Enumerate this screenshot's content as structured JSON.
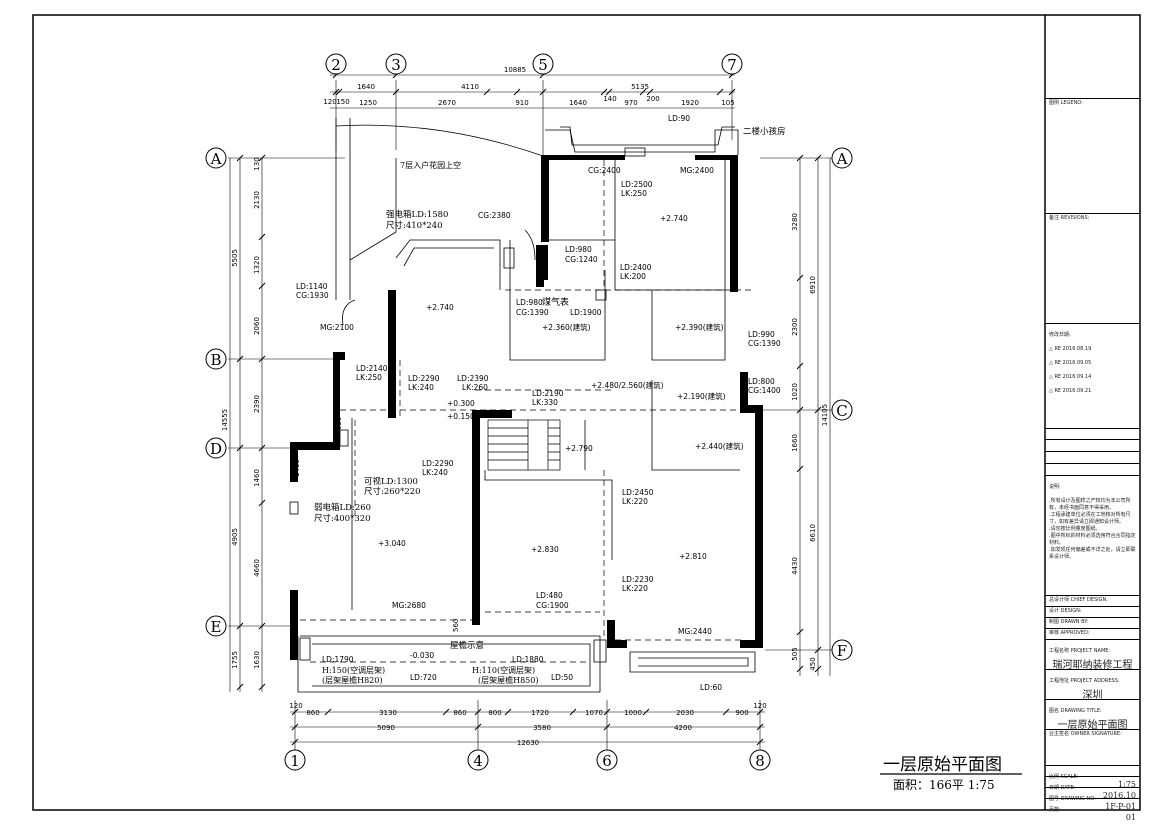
{
  "plan": {
    "title": "一层原始平面图",
    "area": "面积：166平 1:75",
    "note_garden": "7层入户花园上空",
    "note_kid": "二楼小孩房",
    "eave_label": "屋檐示意",
    "gas_meter": "煤气表",
    "strong_box": "强电箱LD:1580",
    "strong_box_size": "尺寸:410*240",
    "weak_box": "弱电箱LD:260",
    "weak_box_size": "尺寸:400*320",
    "intercom": "可视LD:1300",
    "intercom_size": "尺寸:260*220",
    "ac_left_1": "H:150(空调层架)",
    "ac_left_2": "(层架屋檐H820)",
    "ac_right_1": "H:110(空调层架)",
    "ac_right_2": "(层架屋檐H850)"
  },
  "axes": {
    "top": [
      "2",
      "3",
      "5",
      "7"
    ],
    "bottom": [
      "1",
      "4",
      "6",
      "8"
    ],
    "left": [
      "A",
      "B",
      "D",
      "E"
    ],
    "right": [
      "A",
      "C",
      "F"
    ]
  },
  "dims": {
    "top_total": "10885",
    "top_row1": [
      "1640",
      "4110",
      "5135"
    ],
    "top_row2": [
      "120",
      "150",
      "1250",
      "2670",
      "910",
      "1640",
      "140",
      "970",
      "200",
      "1920",
      "105"
    ],
    "bottom_row1": [
      "120",
      "860",
      "3130",
      "860",
      "800",
      "1720",
      "1070",
      "1000",
      "2030",
      "900",
      "120"
    ],
    "bottom_row2": [
      "5090",
      "3580",
      "4200"
    ],
    "bottom_total": "12630",
    "left_outer": [
      "5505",
      "14555",
      "4905",
      "1755"
    ],
    "left_inner": [
      "130",
      "2130",
      "1320",
      "2060",
      "2390",
      "1460",
      "4660",
      "1630"
    ],
    "right_outer": [
      "6910",
      "14105",
      "6610",
      "450"
    ],
    "right_inner": [
      "3280",
      "2300",
      "1020",
      "1660",
      "4430",
      "505"
    ]
  },
  "labels": [
    {
      "id": "l1",
      "text": "LD:90"
    },
    {
      "id": "l2",
      "text": "CG:2400"
    },
    {
      "id": "l3",
      "text": "MG:2400"
    },
    {
      "id": "l4",
      "text": "LD:2500"
    },
    {
      "id": "l5",
      "text": "LK:250"
    },
    {
      "id": "l6",
      "text": "+2.740"
    },
    {
      "id": "l7",
      "text": "CG:2380"
    },
    {
      "id": "l8",
      "text": "LD:980"
    },
    {
      "id": "l9",
      "text": "CG:1240"
    },
    {
      "id": "l10",
      "text": "LD:2400"
    },
    {
      "id": "l11",
      "text": "LK:200"
    },
    {
      "id": "l12",
      "text": "LD:1140"
    },
    {
      "id": "l13",
      "text": "CG:1930"
    },
    {
      "id": "l14",
      "text": "+2.740"
    },
    {
      "id": "l15",
      "text": "LD:980"
    },
    {
      "id": "l16",
      "text": "CG:1390"
    },
    {
      "id": "l17",
      "text": "LD:1900"
    },
    {
      "id": "l18",
      "text": "MG:2100"
    },
    {
      "id": "l19",
      "text": "+2.360(建筑)"
    },
    {
      "id": "l20",
      "text": "+2.390(建筑)"
    },
    {
      "id": "l21",
      "text": "LD:990"
    },
    {
      "id": "l22",
      "text": "CG:1390"
    },
    {
      "id": "l23",
      "text": "LD:2140"
    },
    {
      "id": "l24",
      "text": "LK:250"
    },
    {
      "id": "l25",
      "text": "LD:2290"
    },
    {
      "id": "l26",
      "text": "LK:240"
    },
    {
      "id": "l27",
      "text": "LD:2390"
    },
    {
      "id": "l28",
      "text": "LK:260"
    },
    {
      "id": "l29",
      "text": "LD:2190"
    },
    {
      "id": "l30",
      "text": "LK:330"
    },
    {
      "id": "l31",
      "text": "+2.480/2.560(建筑)"
    },
    {
      "id": "l32",
      "text": "LD:800"
    },
    {
      "id": "l33",
      "text": "CG:1400"
    },
    {
      "id": "l34",
      "text": "+0.300"
    },
    {
      "id": "l35",
      "text": "+2.190(建筑)"
    },
    {
      "id": "l36",
      "text": "+0.150"
    },
    {
      "id": "l37",
      "text": "680"
    },
    {
      "id": "l38",
      "text": "+2.790"
    },
    {
      "id": "l39",
      "text": "+2.440(建筑)"
    },
    {
      "id": "l40",
      "text": "LD:2290"
    },
    {
      "id": "l41",
      "text": "LK:240"
    },
    {
      "id": "l42",
      "text": "LD:2450"
    },
    {
      "id": "l43",
      "text": "LK:220"
    },
    {
      "id": "l44",
      "text": "+3.040"
    },
    {
      "id": "l45",
      "text": "+2.830"
    },
    {
      "id": "l46",
      "text": "+2.810"
    },
    {
      "id": "l47",
      "text": "LD:2230"
    },
    {
      "id": "l48",
      "text": "LK:220"
    },
    {
      "id": "l49",
      "text": "MG:2680"
    },
    {
      "id": "l50",
      "text": "LD:480"
    },
    {
      "id": "l51",
      "text": "CG:1900"
    },
    {
      "id": "l52",
      "text": "MG:2440"
    },
    {
      "id": "l53",
      "text": "LD:1790"
    },
    {
      "id": "l54",
      "text": "-0.030"
    },
    {
      "id": "l55",
      "text": "LD:1880"
    },
    {
      "id": "l56",
      "text": "LD:720"
    },
    {
      "id": "l57",
      "text": "LD:50"
    },
    {
      "id": "l58",
      "text": "LD:60"
    },
    {
      "id": "l59",
      "text": "560"
    },
    {
      "id": "l60",
      "text": "1460"
    }
  ],
  "titleblock": {
    "legend": "图例 LEGEND:",
    "revisions": "备注 REVISIONS:",
    "date_header": "修改日期:",
    "dates": [
      "RE 2016.08.19",
      "RE 2016.09.05",
      "RE 2016.09.14",
      "RE 2016.09.21"
    ],
    "notes_head": "说明:",
    "notes": ".所有设计及图样之产权均为本公司所有，未经书面同意不得采用。\n.工程承建单位必须在工地核对所有尺寸，如有差异请立即通知设计师。\n.请勿按比例量度图纸。\n.图中所标的材料必须选用符合合同指定材料。\n.如发现任何偏差或不详之处，请立即联系设计师。",
    "chief_design": "总设计师 CHIEF DESIGN:",
    "design": "设计 DESIGN:",
    "drawn_by": "制图 DRAWN BY:",
    "approved": "审核 APPROVED:",
    "project_name_label": "工程名称 PROJECT NAME:",
    "project_name": "瑞河耶纳装修工程",
    "project_address_label": "工程地址 PROJECT ADDRESS:",
    "project_address": "深圳",
    "title_label": "图名 DRAWING TITLE:",
    "title_value": "一层原始平面图",
    "owner": "业主签名 OWNER SIGNATURE:",
    "scale_label": "比例 SCALE:",
    "scale_value": "1:75",
    "date_label": "日期 DATE:",
    "date_value": "2016.10",
    "drawing_no_label": "图号 DRAWING NO:",
    "drawing_no": "1F-P-01",
    "page_label": "页数:",
    "page_value": "01"
  }
}
